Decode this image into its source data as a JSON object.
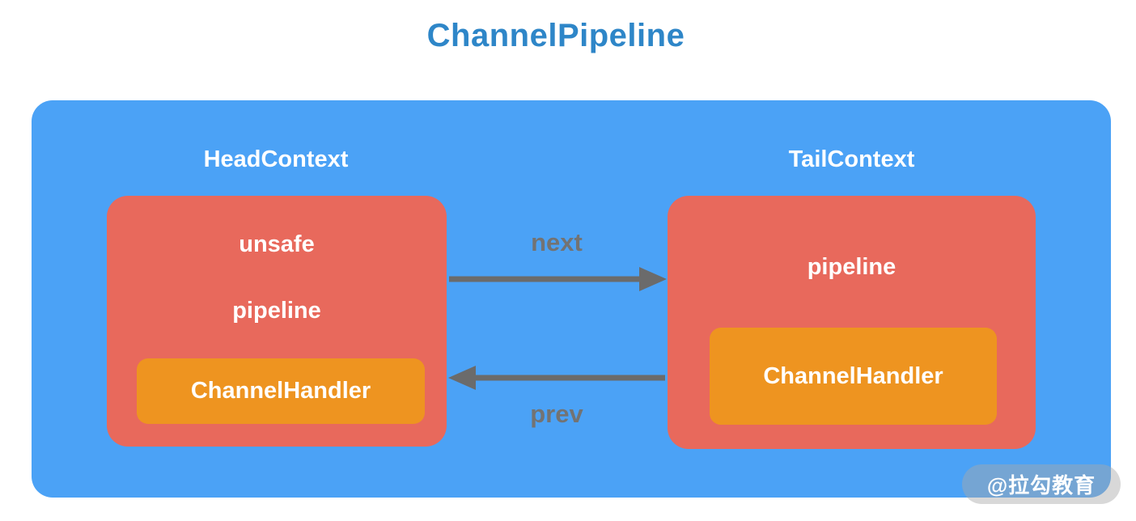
{
  "title": "ChannelPipeline",
  "head_context": {
    "title": "HeadContext",
    "field_unsafe": "unsafe",
    "field_pipeline": "pipeline",
    "handler": "ChannelHandler"
  },
  "tail_context": {
    "title": "TailContext",
    "field_pipeline": "pipeline",
    "handler": "ChannelHandler"
  },
  "arrows": {
    "next": "next",
    "prev": "prev"
  },
  "watermark": {
    "text": "@拉勾教育"
  },
  "colors": {
    "title_blue": "#2e86c8",
    "container_blue": "#4ba2f6",
    "context_red": "#e8695c",
    "handler_orange": "#ee9420",
    "arrow_gray": "#6b6b6b",
    "label_gray": "#737373"
  }
}
